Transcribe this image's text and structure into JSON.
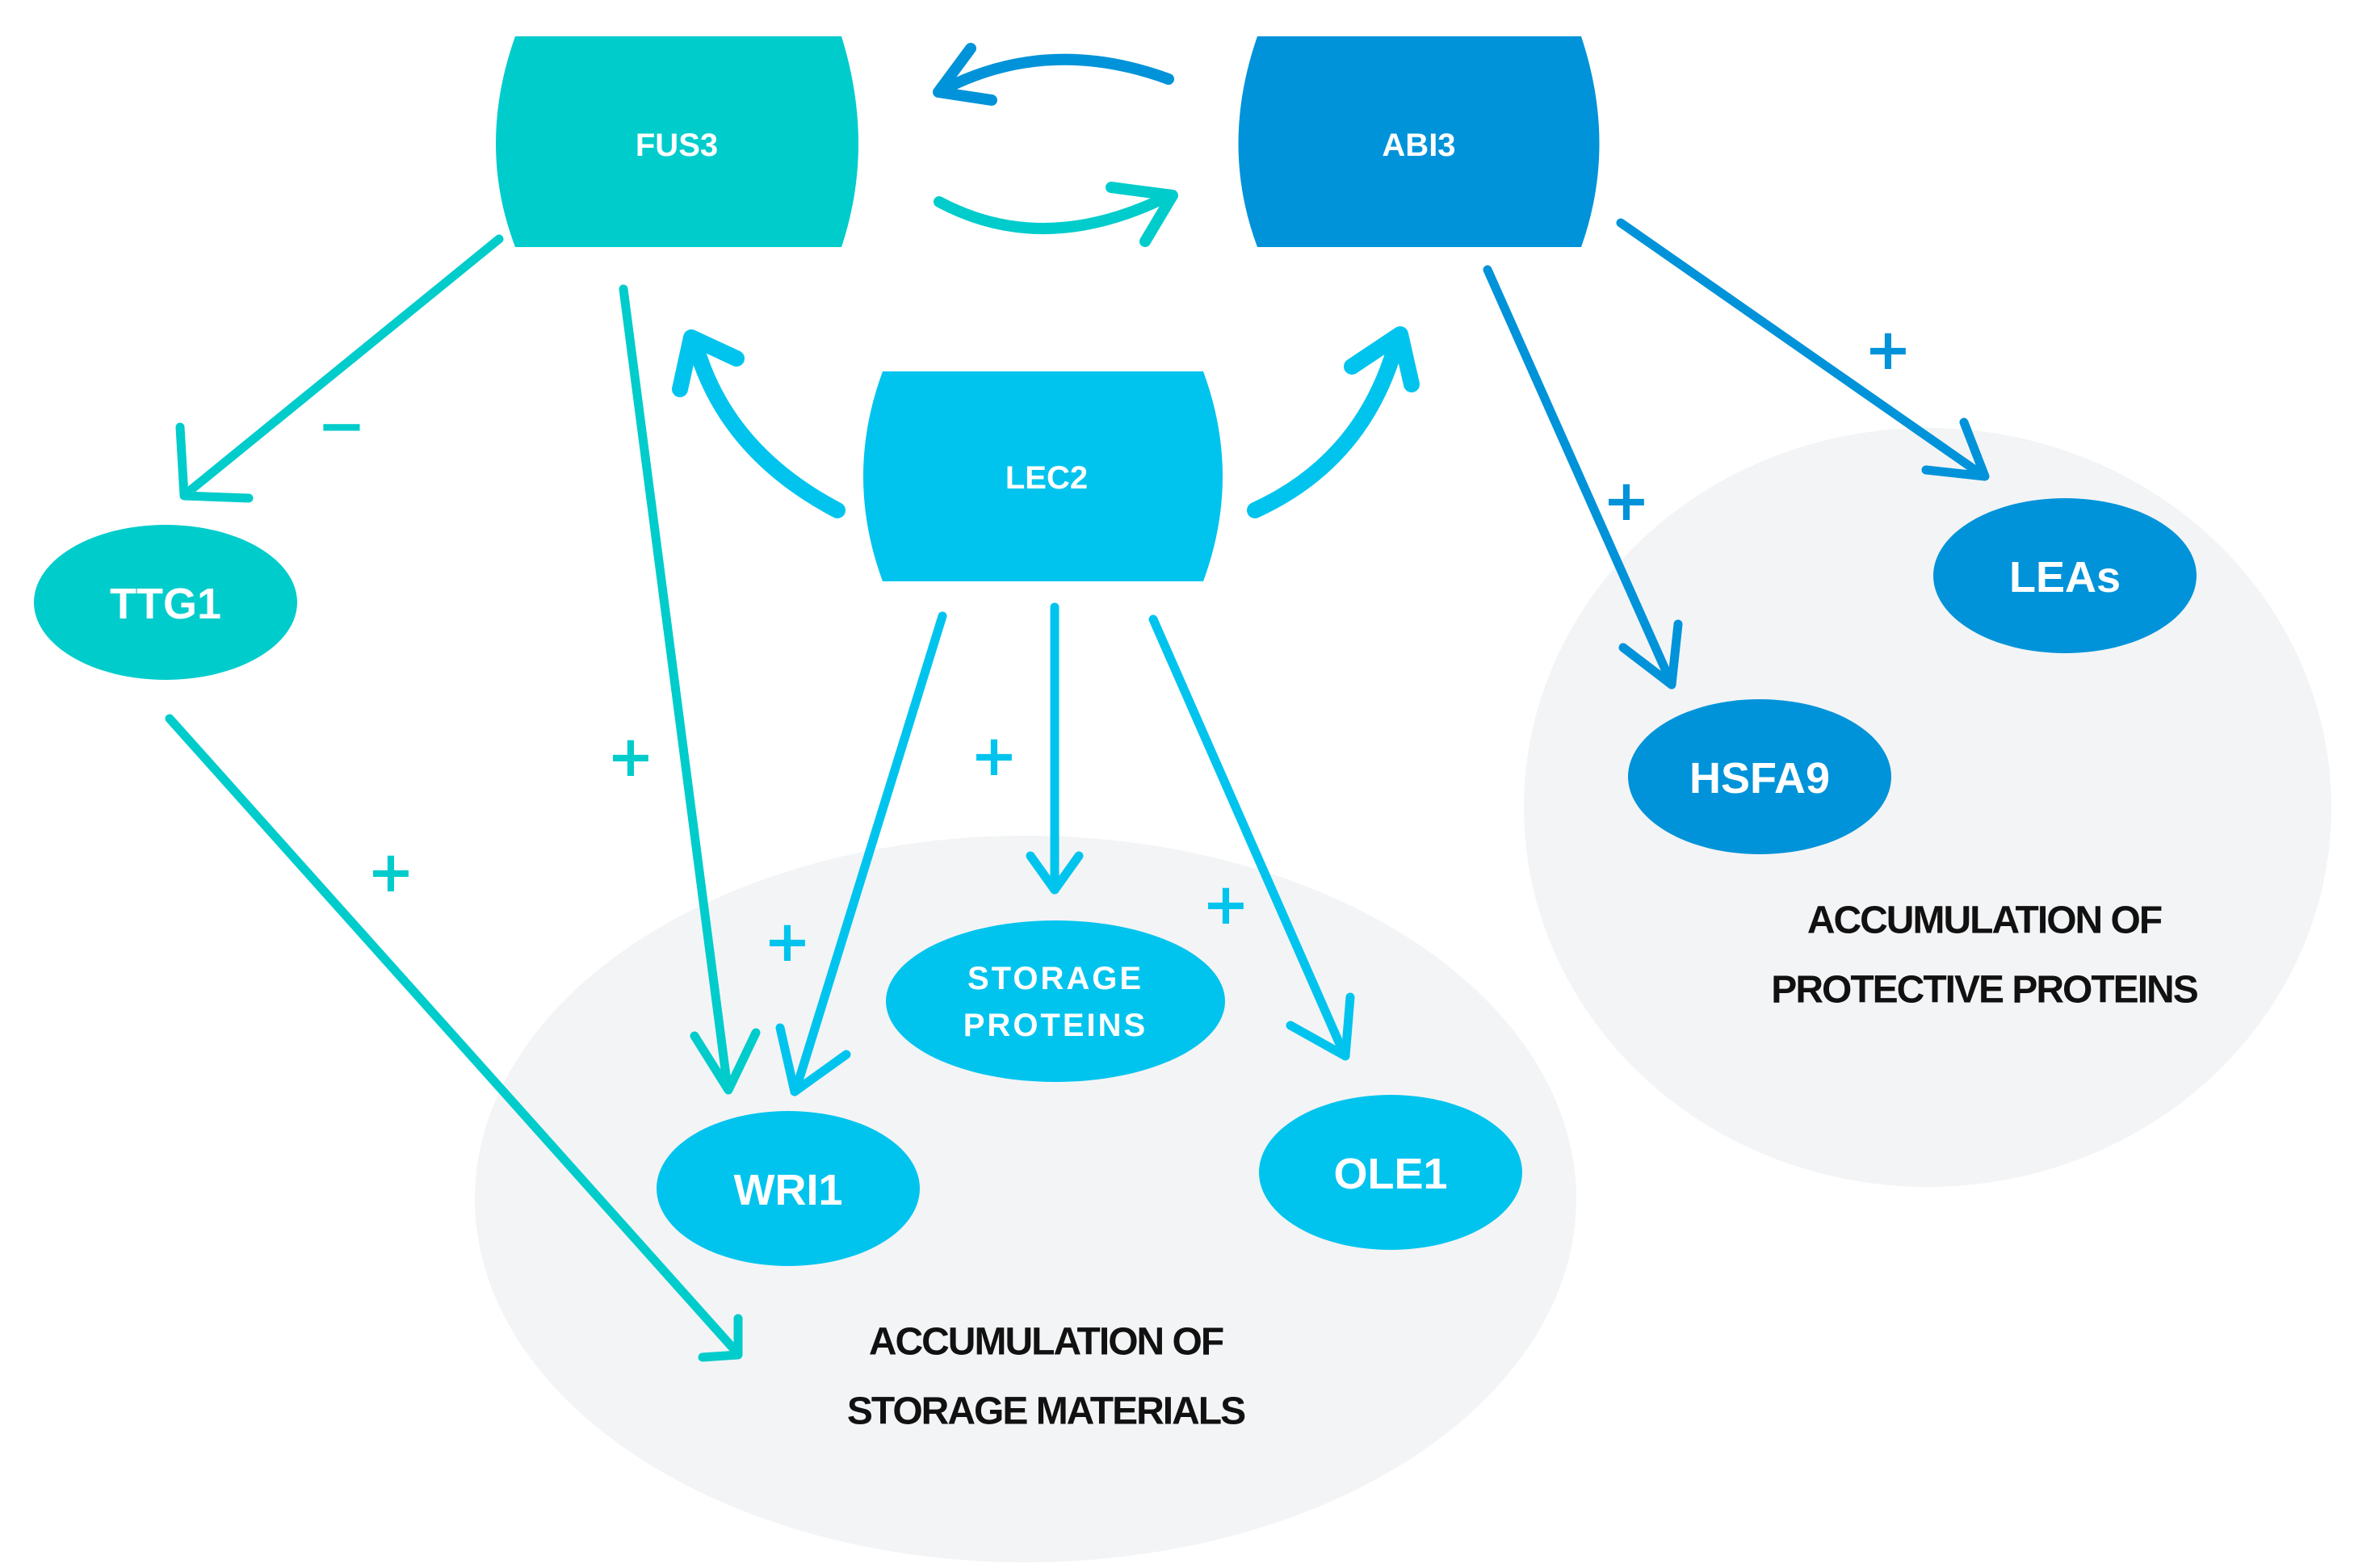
{
  "colors": {
    "fus3": "#00CCCC",
    "abi3": "#0093D9",
    "lec2": "#00C4EE",
    "storage_region": "#F3F4F6",
    "region_text": "#111111"
  },
  "nodes": {
    "fus3": "FUS3",
    "abi3": "ABI3",
    "lec2": "LEC2",
    "ttg1": "TTG1",
    "wri1": "WRI1",
    "storage_proteins_line1": "STORAGE",
    "storage_proteins_line2": "PROTEINS",
    "ole1": "OLE1",
    "hsfa9": "HSFA9",
    "leas": "LEAs"
  },
  "regions": {
    "storage": {
      "line1": "ACCUMULATION OF",
      "line2": "STORAGE MATERIALS"
    },
    "protective": {
      "line1": "ACCUMULATION OF",
      "line2": "PROTECTIVE PROTEINS"
    }
  },
  "signs": {
    "fus3_ttg1": "−",
    "fus3_wri1": "+",
    "ttg1_storage": "+",
    "lec2_wri1": "+",
    "lec2_storage_proteins": "+",
    "lec2_ole1": "+",
    "abi3_hsfa9": "+",
    "abi3_leas": "+"
  }
}
